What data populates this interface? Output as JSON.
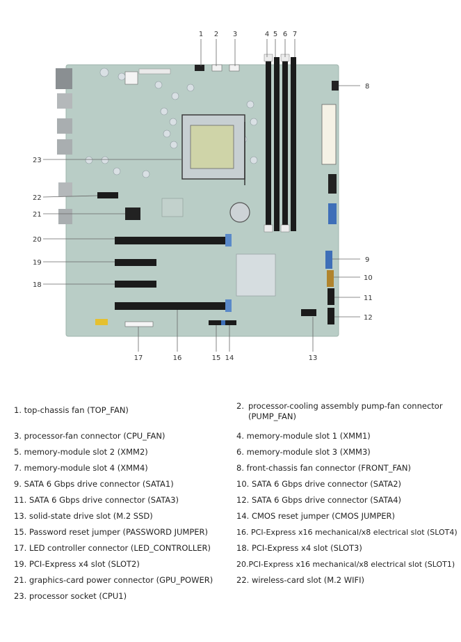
{
  "callouts": {
    "c1": "1",
    "c2": "2",
    "c3": "3",
    "c4": "4",
    "c5": "5",
    "c6": "6",
    "c7": "7",
    "c8": "8",
    "c9": "9",
    "c10": "10",
    "c11": "11",
    "c12": "12",
    "c13": "13",
    "c14": "14",
    "c15": "15",
    "c16": "16",
    "c17": "17",
    "c18": "18",
    "c19": "19",
    "c20": "20",
    "c21": "21",
    "c22": "22",
    "c23": "23"
  },
  "legend": [
    {
      "num": "1.",
      "text": "top-chassis fan (TOP_FAN)"
    },
    {
      "num": "2.",
      "text": "processor-cooling assembly pump-fan connector (PUMP_FAN)"
    },
    {
      "num": "3.",
      "text": "processor-fan connector (CPU_FAN)"
    },
    {
      "num": "4.",
      "text": "memory-module slot 1 (XMM1)"
    },
    {
      "num": "5.",
      "text": "memory-module slot 2 (XMM2)"
    },
    {
      "num": "6.",
      "text": "memory-module slot 3 (XMM3)"
    },
    {
      "num": "7.",
      "text": "memory-module slot 4 (XMM4)"
    },
    {
      "num": "8.",
      "text": "front-chassis fan connector (FRONT_FAN)"
    },
    {
      "num": "9.",
      "text": "SATA 6 Gbps drive connector (SATA1)"
    },
    {
      "num": "10.",
      "text": "SATA 6 Gbps drive connector (SATA2)"
    },
    {
      "num": "11.",
      "text": "SATA 6 Gbps drive connector (SATA3)"
    },
    {
      "num": "12.",
      "text": "SATA 6 Gbps drive connector (SATA4)"
    },
    {
      "num": "13.",
      "text": "solid-state drive slot (M.2 SSD)"
    },
    {
      "num": "14.",
      "text": "CMOS reset jumper (CMOS JUMPER)"
    },
    {
      "num": "15.",
      "text": "Password reset jumper (PASSWORD JUMPER)"
    },
    {
      "num": "16.",
      "text": "PCI-Express x16 mechanical/x8 electrical slot (SLOT4)"
    },
    {
      "num": "17.",
      "text": "LED controller connector (LED_CONTROLLER)"
    },
    {
      "num": "18.",
      "text": "PCI-Express x4 slot (SLOT3)"
    },
    {
      "num": "19.",
      "text": "PCI-Express x4 slot (SLOT2)"
    },
    {
      "num": "20.",
      "text": "PCI-Express x16 mechanical/x8 electrical slot (SLOT1)"
    },
    {
      "num": "21.",
      "text": "graphics-card power connector (GPU_POWER)"
    },
    {
      "num": "22.",
      "text": "wireless-card slot (M.2 WIFI)"
    },
    {
      "num": "23.",
      "text": "processor socket (CPU1)"
    }
  ],
  "colors": {
    "pcb": "#b9cdc6",
    "slot": "#1b1b1b",
    "latch": "#5a89c9",
    "heatsink": "#d6dde0"
  }
}
